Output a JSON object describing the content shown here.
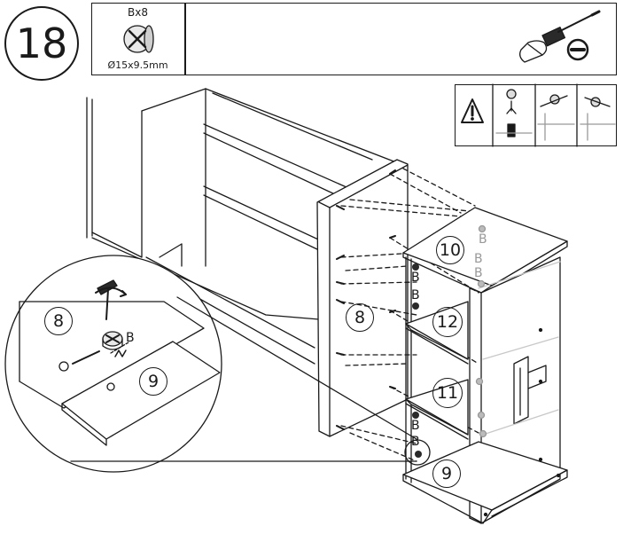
{
  "step": {
    "number": "18"
  },
  "parts": {
    "quantity_label": "Bx8",
    "dimension_label": "Ø15x9.5mm",
    "icon": "cam-lock-icon"
  },
  "tools": {
    "screwdriver": "flathead-screwdriver-icon",
    "blade": "minus-blade-icon"
  },
  "warning_strip": {
    "icons": [
      "warning-triangle-icon",
      "cam-insert-icon",
      "cam-turn-icon",
      "cam-locked-icon"
    ]
  },
  "callouts": {
    "panel_8": "8",
    "panel_9": "9",
    "panel_10": "10",
    "panel_11": "11",
    "panel_12": "12",
    "detail_8": "8",
    "detail_9": "9",
    "fitting_letter": "B"
  },
  "colors": {
    "line": "#1a1a1a",
    "gray": "#999999",
    "light": "#c8c8c8"
  }
}
